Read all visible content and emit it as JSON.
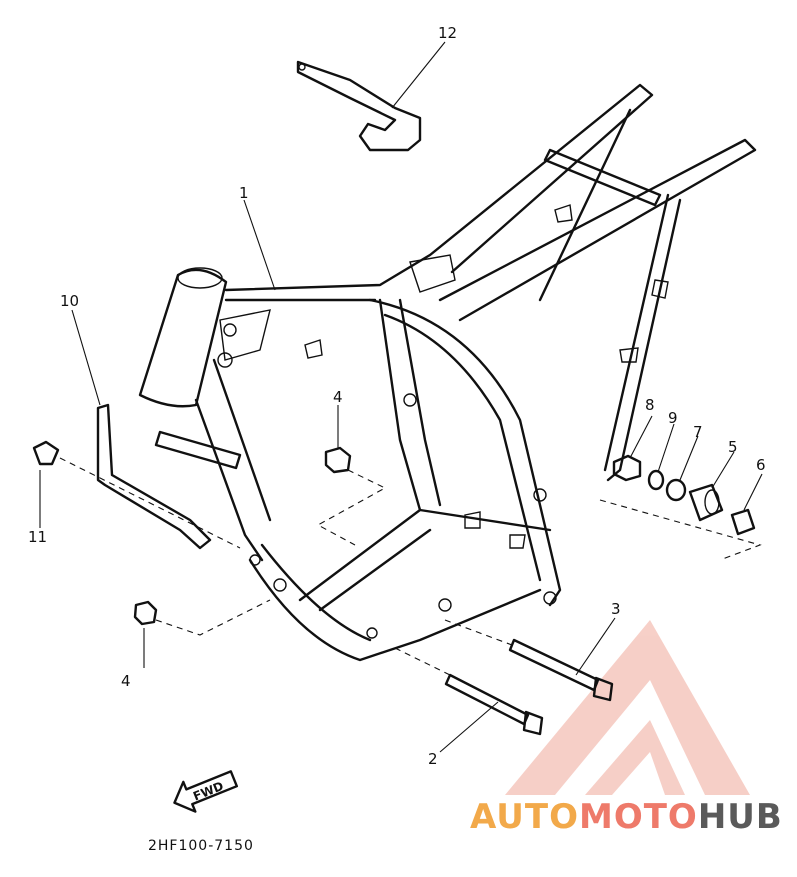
{
  "callouts": [
    {
      "id": "1",
      "label": "1"
    },
    {
      "id": "2",
      "label": "2"
    },
    {
      "id": "3",
      "label": "3"
    },
    {
      "id": "4a",
      "label": "4"
    },
    {
      "id": "4b",
      "label": "4"
    },
    {
      "id": "5",
      "label": "5"
    },
    {
      "id": "6",
      "label": "6"
    },
    {
      "id": "7",
      "label": "7"
    },
    {
      "id": "8",
      "label": "8"
    },
    {
      "id": "9",
      "label": "9"
    },
    {
      "id": "10",
      "label": "10"
    },
    {
      "id": "11",
      "label": "11"
    },
    {
      "id": "12",
      "label": "12"
    }
  ],
  "fwd_label": "FWD",
  "diagram_code": "2HF100-7150",
  "watermark": {
    "part1": "AUTO",
    "part2": "MOTO",
    "part3": "HUB",
    "color_orange": "#f2a94a",
    "color_red": "#ee7a6a",
    "color_gray": "#5a5a5a"
  }
}
